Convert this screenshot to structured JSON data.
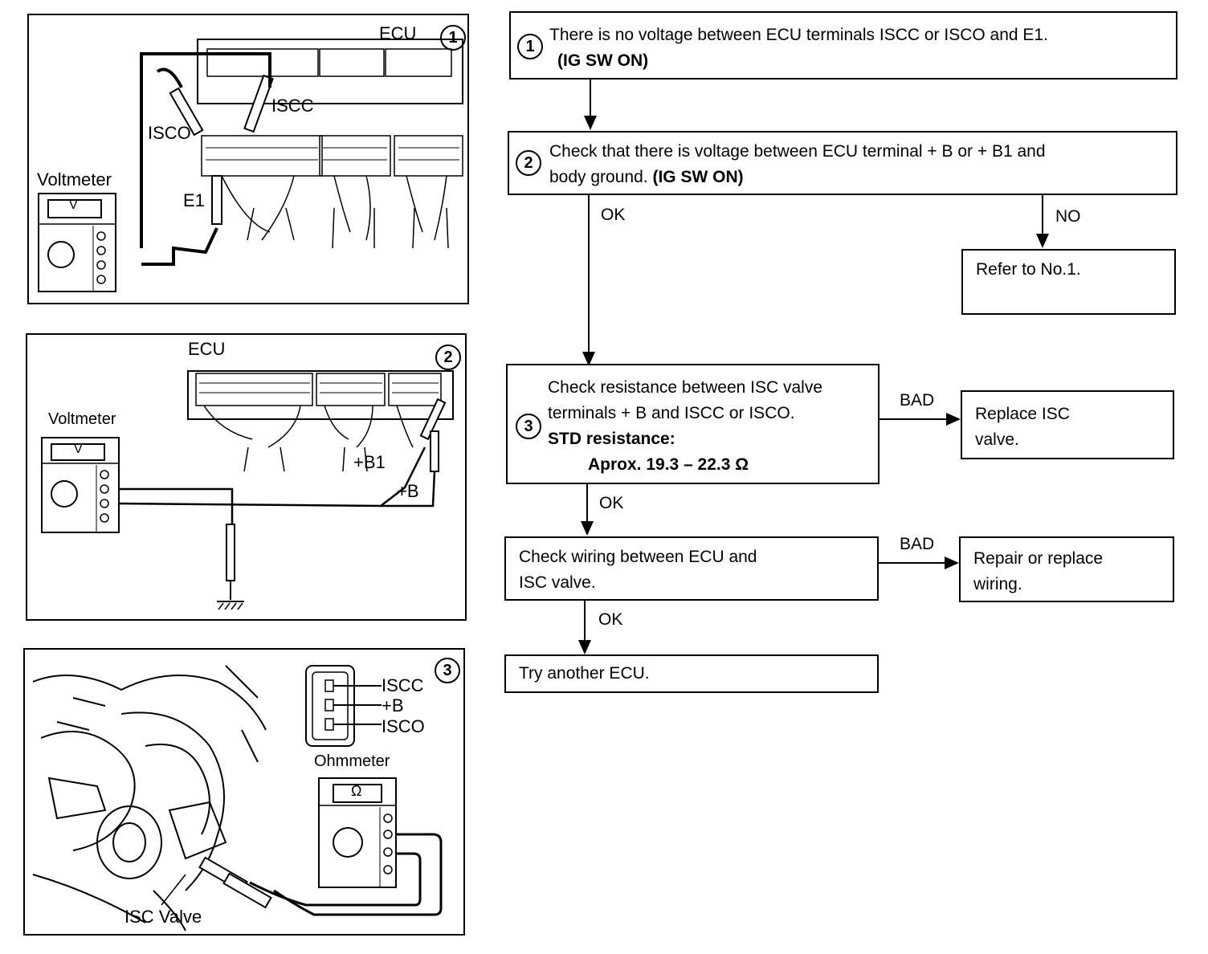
{
  "panels": {
    "p1": {
      "number": "1",
      "ecu": "ECU",
      "isco": "ISCO",
      "iscc": "ISCC",
      "e1": "E1",
      "voltmeter": "Voltmeter",
      "display": "V"
    },
    "p2": {
      "number": "2",
      "ecu": "ECU",
      "voltmeter": "Voltmeter",
      "display": "V",
      "b1": "+B1",
      "b": "+B"
    },
    "p3": {
      "number": "3",
      "iscc": "ISCC",
      "b": "+B",
      "isco": "ISCO",
      "ohmmeter": "Ohmmeter",
      "display": "Ω",
      "isc_valve": "ISC Valve"
    }
  },
  "flow": {
    "step1": {
      "number": "1",
      "line1": "There is no voltage between ECU terminals ISCC or ISCO and E1.",
      "line2": "(IG SW ON)"
    },
    "step2": {
      "number": "2",
      "line1": "Check that there is voltage between ECU terminal  + B or  + B1 and",
      "line2a": "body ground.",
      "line2b": "(IG SW ON)"
    },
    "refer": "Refer to No.1.",
    "step3": {
      "number": "3",
      "line1": "Check resistance between ISC valve",
      "line2": "terminals  + B and ISCC or ISCO.",
      "line3": "STD resistance:",
      "line4": "Aprox. 19.3 – 22.3 Ω"
    },
    "replace": {
      "line1": "Replace ISC",
      "line2": "valve."
    },
    "wiring": {
      "line1": "Check wiring between ECU and",
      "line2": "ISC valve."
    },
    "repair": {
      "line1": "Repair or replace",
      "line2": "wiring."
    },
    "try": "Try another ECU.",
    "labels": {
      "ok1": "OK",
      "no": "NO",
      "bad1": "BAD",
      "ok2": "OK",
      "bad2": "BAD",
      "ok3": "OK"
    }
  }
}
